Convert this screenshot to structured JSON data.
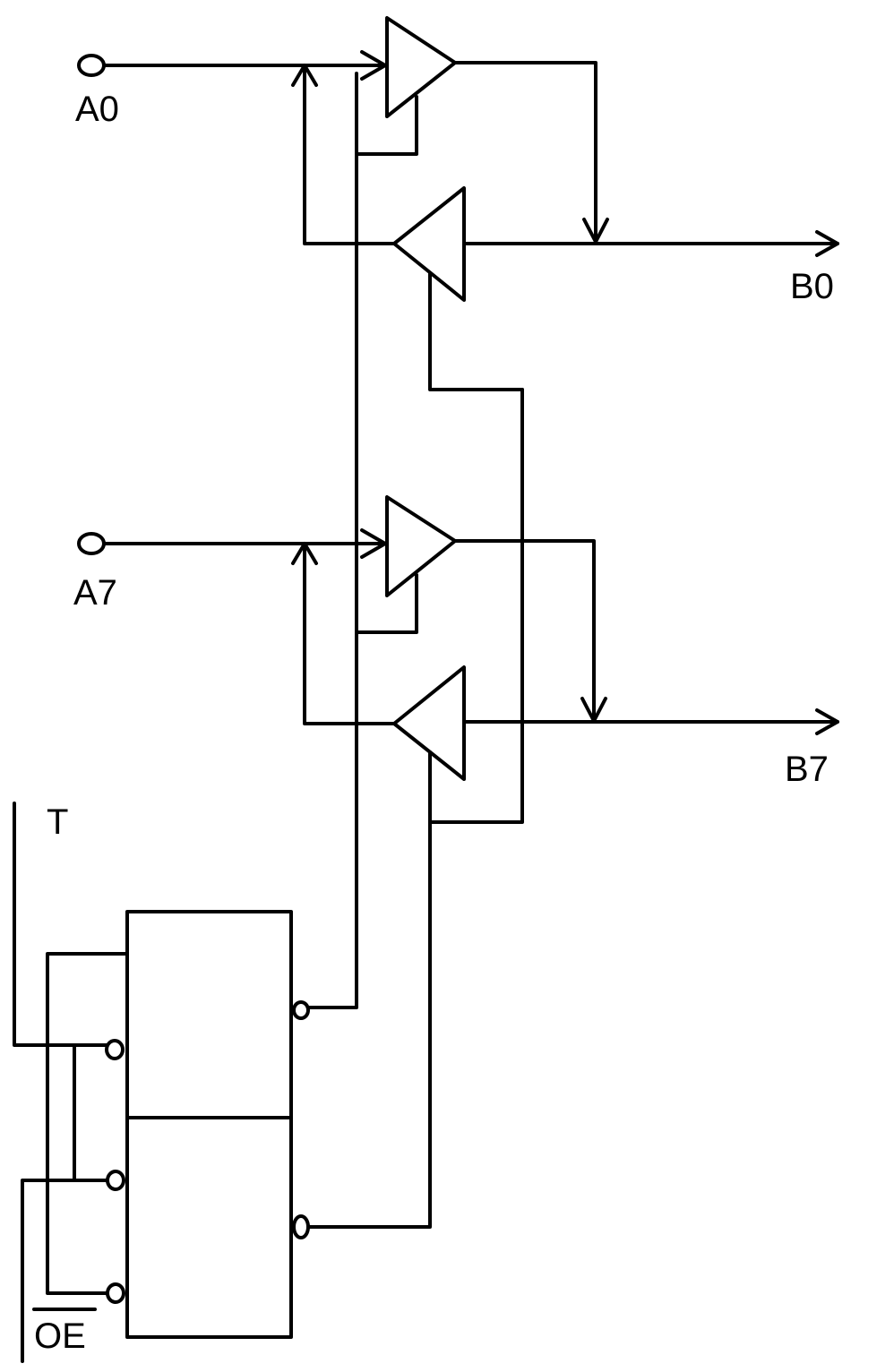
{
  "diagram": {
    "labels": {
      "a0": "A0",
      "a7": "A7",
      "b0": "B0",
      "b7": "B7",
      "t": "T",
      "oe": "OE"
    },
    "colors": {
      "ink": "#000000",
      "background": "#ffffff"
    }
  }
}
